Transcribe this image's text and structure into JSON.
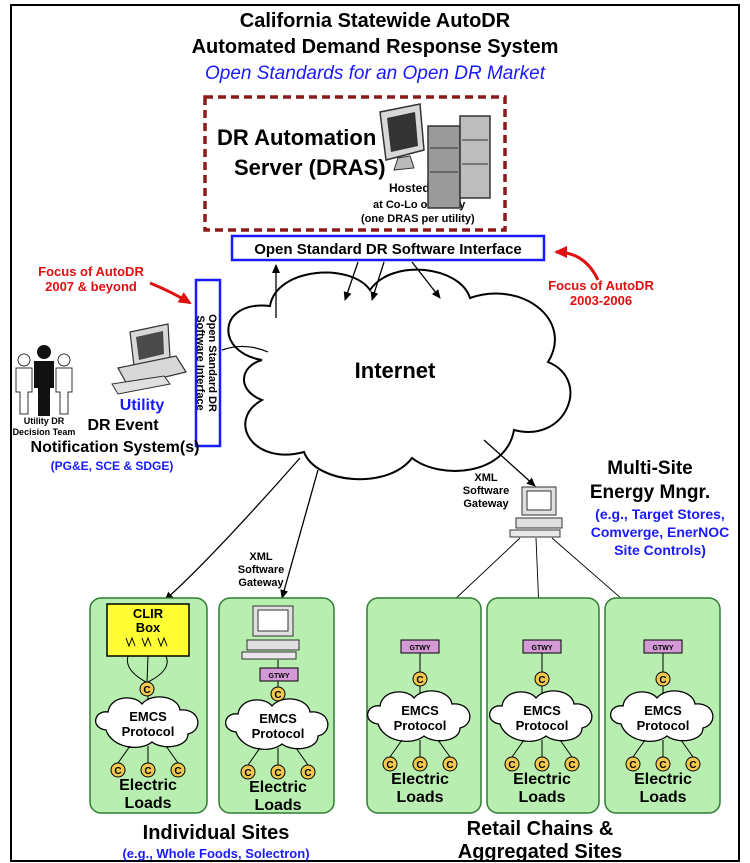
{
  "title": {
    "line1": "California Statewide AutoDR",
    "line2": "Automated Demand Response System",
    "subtitle": "Open Standards for an Open DR Market"
  },
  "dras": {
    "line1": "DR Automation",
    "line2": "Server (DRAS)",
    "hosted1": "Hosted",
    "hosted2": "at Co-Lo or Utility",
    "hosted3": "(one DRAS per utility)"
  },
  "interface_bar": "Open Standard DR Software Interface",
  "focus_right": {
    "line1": "Focus of AutoDR",
    "line2": "2003-2006"
  },
  "focus_left": {
    "line1": "Focus of AutoDR",
    "line2": "2007 & beyond"
  },
  "vertical_interface": {
    "line1": "Open Standard DR",
    "line2": "Software Interface"
  },
  "internet": "Internet",
  "team": {
    "line1": "Utility DR",
    "line2": "Decision Team"
  },
  "utility": {
    "line1": "Utility",
    "line2": "DR Event",
    "line3": "Notification System(s)",
    "line4": "(PG&E, SCE & SDGE)"
  },
  "xml_gateway": {
    "line1": "XML",
    "line2": "Software",
    "line3": "Gateway"
  },
  "multisite": {
    "line1": "Multi-Site",
    "line2": "Energy Mngr.",
    "line3": "(e.g., Target Stores,",
    "line4": "Comverge, EnerNOC",
    "line5": "Site Controls)"
  },
  "clir": {
    "line1": "CLIR",
    "line2": "Box"
  },
  "gtwy": "GTWY",
  "c": "C",
  "emcs": {
    "line1": "EMCS",
    "line2": "Protocol"
  },
  "loads": {
    "line1": "Electric",
    "line2": "Loads"
  },
  "individual": {
    "line1": "Individual Sites",
    "line2": "(e.g., Whole Foods, Solectron)"
  },
  "retail": {
    "line1": "Retail Chains &",
    "line2": "Aggregated Sites"
  },
  "colors": {
    "blue": "#1a1aff",
    "red": "#e01010",
    "dashed_red": "#8b1a1a",
    "green_fill": "#b8efb0",
    "green_stroke": "#2e7d32",
    "yellow": "#ffff33",
    "gtwy_fill": "#d39ad6",
    "coin": "#f2c94c"
  }
}
